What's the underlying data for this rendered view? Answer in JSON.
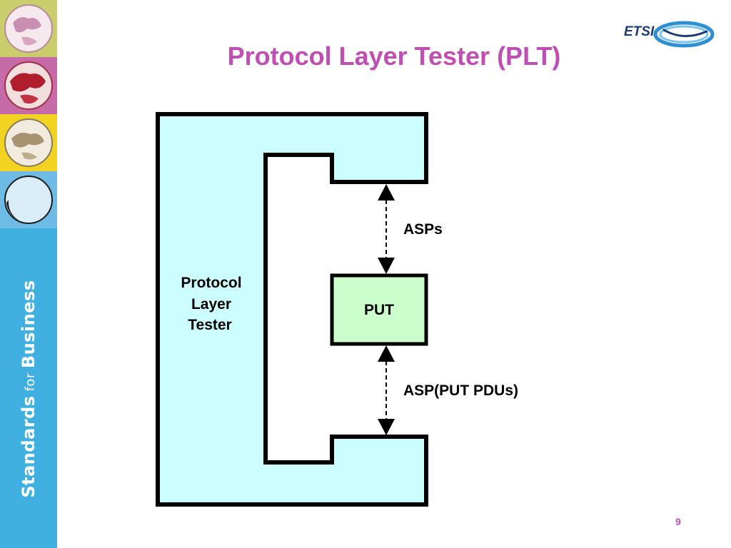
{
  "title": "Protocol Layer Tester (PLT)",
  "sidebar": {
    "text_bold_1": "Standards",
    "text_light": "for",
    "text_bold_2": "Business",
    "tile_colors": [
      "#c9cd6b",
      "#c66aa8",
      "#f2d321",
      "#6ebce6"
    ]
  },
  "logo": {
    "text": "ETSI"
  },
  "diagram": {
    "tester_label_lines": [
      "Protocol",
      "Layer",
      "Tester"
    ],
    "put_label": "PUT",
    "upper_link_label": "ASPs",
    "lower_link_label": "ASP(PUT PDUs)",
    "colors": {
      "tester_fill": "#ccfdff",
      "put_fill": "#ccfdcc",
      "stroke": "#000000"
    }
  },
  "page_number": "9",
  "colors": {
    "accent": "#c04fb3",
    "sidebar": "#3fb0e0"
  }
}
